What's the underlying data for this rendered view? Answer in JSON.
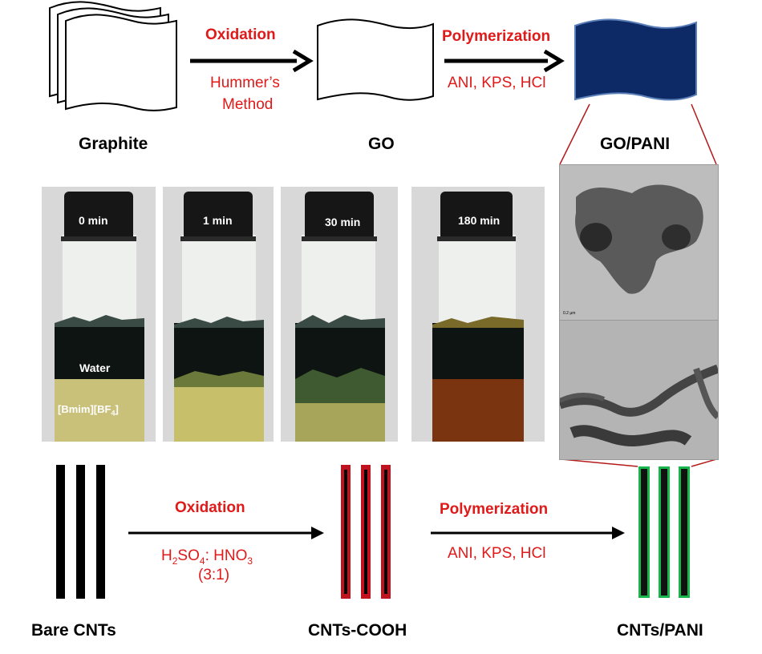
{
  "top": {
    "graphite_label": "Graphite",
    "go_label": "GO",
    "gopani_label": "GO/PANI",
    "step1_title": "Oxidation",
    "step1_line1": "Hummer’s",
    "step1_line2": "Method",
    "step2_title": "Polymerization",
    "step2_reagents": "ANI, KPS, HCl"
  },
  "photos": {
    "vial1_time": "0 min",
    "vial2_time": "1 min",
    "vial3_time": "30 min",
    "vial4_time": "180 min",
    "water_label": "Water",
    "il_label_main": "[Bmim][BF",
    "il_label_sub": "4",
    "il_label_end": "]"
  },
  "bottom": {
    "bare_label": "Bare CNTs",
    "cooh_label": "CNTs-COOH",
    "pani_label": "CNTs/PANI",
    "step1_title": "Oxidation",
    "step1_h": "H",
    "step1_sub1": "2",
    "step1_so": "SO",
    "step1_sub2": "4",
    "step1_rest": ": HNO",
    "step1_sub3": "3",
    "step1_ratio": "(3:1)",
    "step2_title": "Polymerization",
    "step2_reagents": "ANI, KPS, HCl"
  },
  "colors": {
    "reaction_text": "#e01919",
    "pani_sheet": "#0d2a66",
    "cooh_rod": "#c1121f",
    "pani_rod_outline": "#19b54a",
    "zoom_lines": "#b41a1a"
  },
  "scale_bar_text": "0.2 µm"
}
